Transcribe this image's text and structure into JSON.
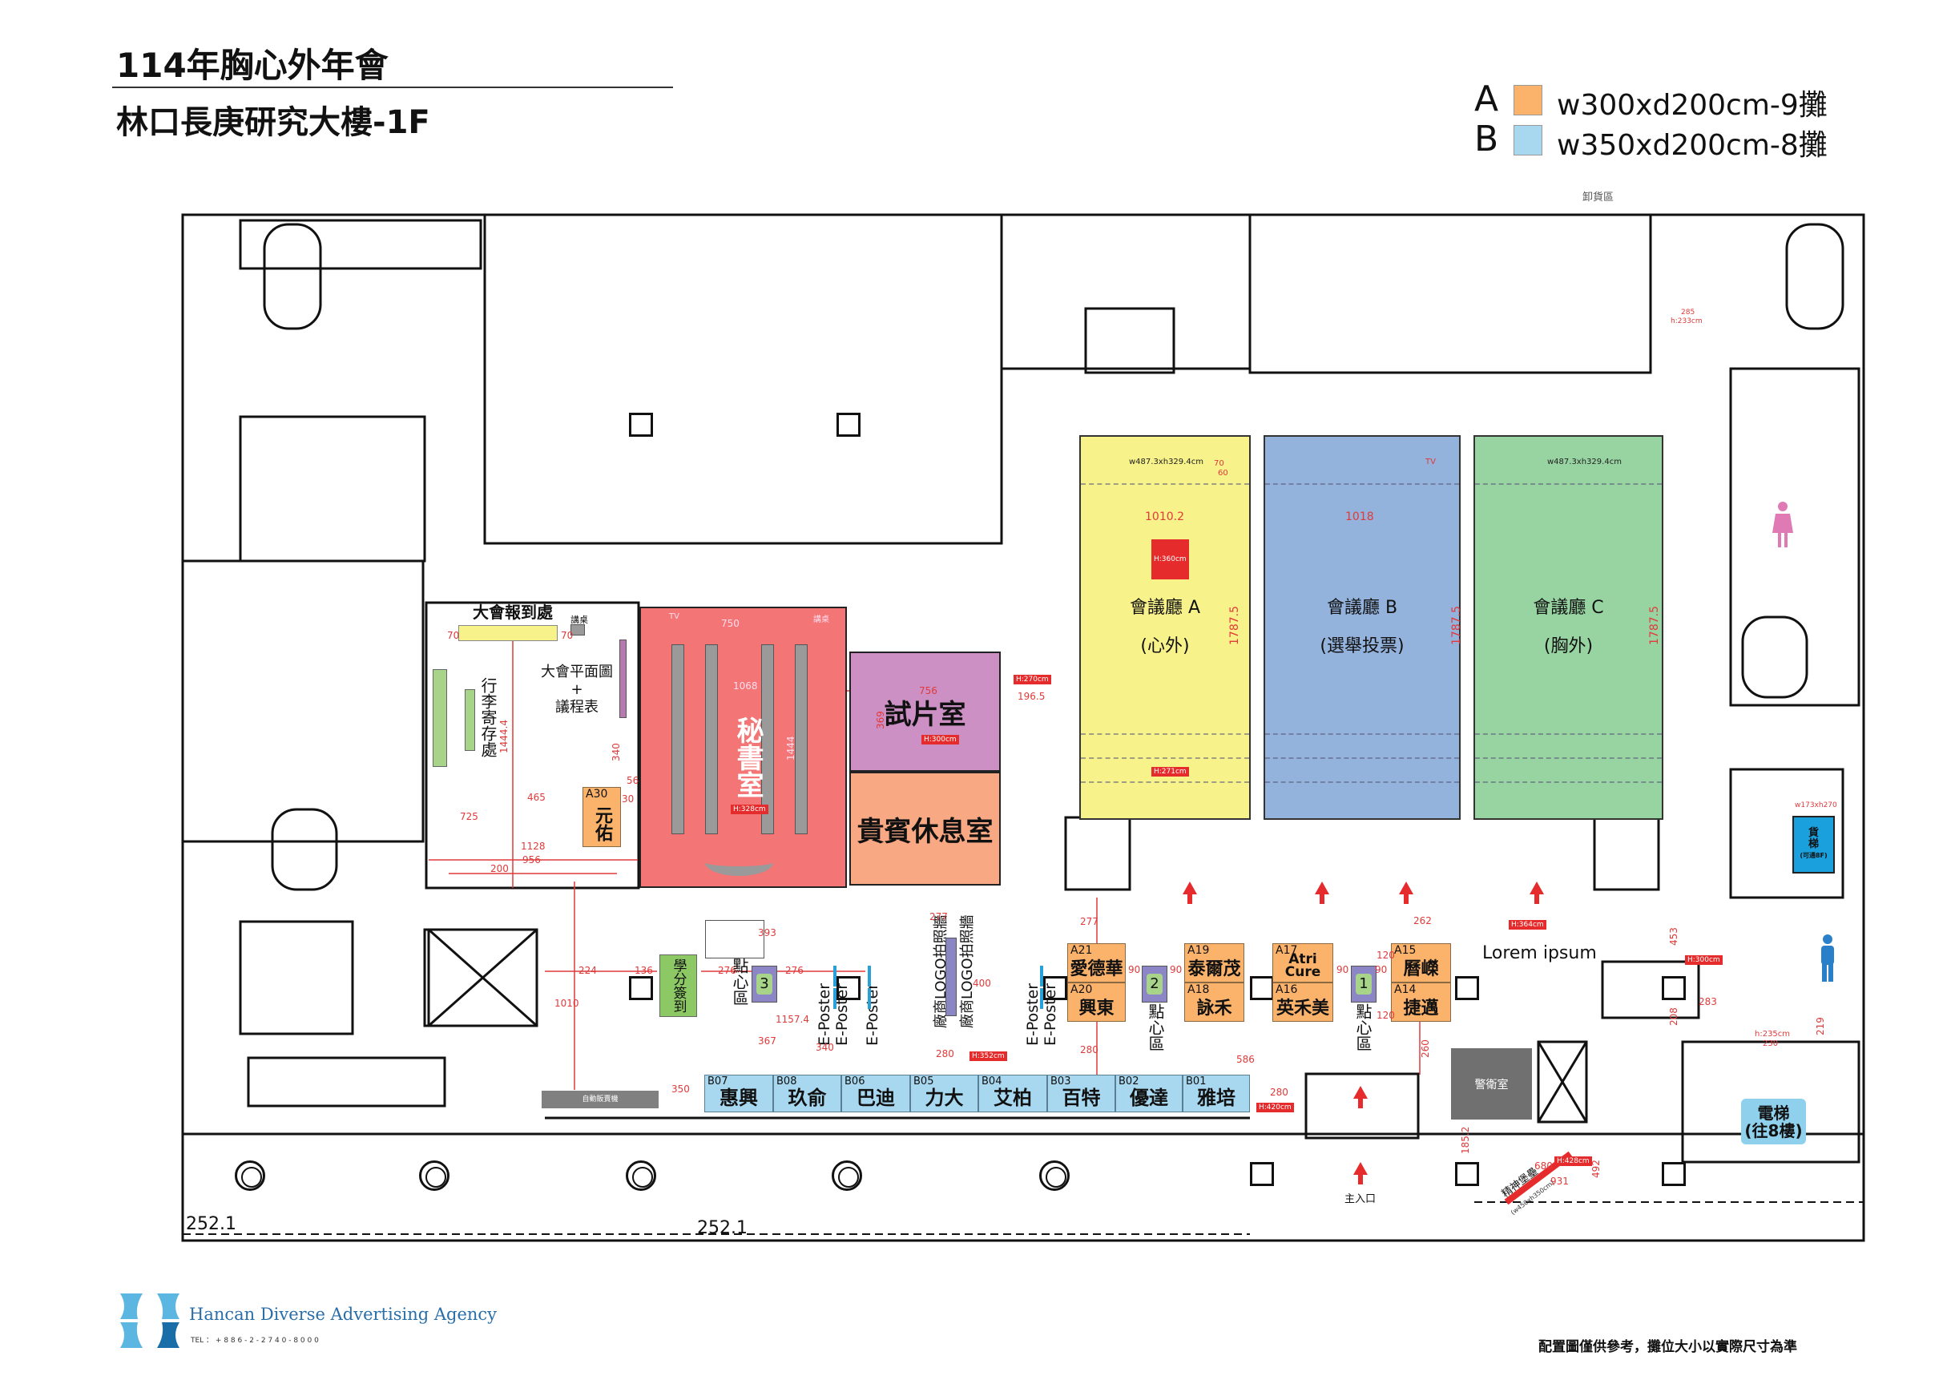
{
  "header": {
    "title": "114年胸心外年會",
    "subtitle": "林口長庚研究大樓-1F"
  },
  "legend": [
    {
      "letter": "A",
      "text": "w300xd200cm-9攤",
      "color": "#fbb36c"
    },
    {
      "letter": "B",
      "text": "w350xd200cm-8攤",
      "color": "#a8d8f0"
    }
  ],
  "halls": [
    {
      "name": "會議廳 A",
      "sub": "(心外)",
      "color": "#f8f28a",
      "width_dim": "1010.2",
      "depth_dim": "1787.5",
      "screen": "w487.3xh329.4cm",
      "height": "H:360cm"
    },
    {
      "name": "會議廳 B",
      "sub": "(選舉投票)",
      "color": "#93b2dc",
      "width_dim": "1018",
      "depth_dim": "1787.5",
      "screen": "TV"
    },
    {
      "name": "會議廳 C",
      "sub": "(胸外)",
      "color": "#98d4a2",
      "depth_dim": "1787.5",
      "screen": "w487.3xh329.4cm"
    }
  ],
  "rooms": {
    "secretariat": {
      "name": "秘書室",
      "height": "H:328cm",
      "w": "750",
      "w2": "1068",
      "d": "1444",
      "tv": "TV",
      "podium": "講桌",
      "color": "#f47575"
    },
    "screening": {
      "name": "試片室",
      "height": "H:300cm",
      "w": "756",
      "d": "369",
      "color": "#cc90c4"
    },
    "vip": {
      "name": "貴賓休息室",
      "color": "#f8a883"
    },
    "registration": {
      "name": "大會報到處",
      "podium": "講桌"
    },
    "floorplan_board": {
      "line1": "大會平面圖",
      "plus": "+",
      "line2": "議程表"
    },
    "luggage": "行李寄存處",
    "credit_signin": "學分簽到",
    "guard": "警衛室",
    "elevator": {
      "line1": "電梯",
      "line2": "(往8樓)"
    },
    "freight": {
      "line1": "貨",
      "line2": "梯",
      "line3": "(可通8F)",
      "size": "w173xh270"
    },
    "landmark": {
      "name": "精神堡壘",
      "size": "(w450xh350cm)"
    },
    "vending": "自動販賣機",
    "unloading": "卸貨區",
    "main_entrance": "主入口",
    "lorem": "Lorem ipsum"
  },
  "a_booths": [
    {
      "code": "A30",
      "name": "元佑"
    },
    {
      "code": "A21",
      "name": "愛德華"
    },
    {
      "code": "A20",
      "name": "興東"
    },
    {
      "code": "A19",
      "name": "泰爾茂"
    },
    {
      "code": "A18",
      "name": "詠禾"
    },
    {
      "code": "A17",
      "name": "Atri Cure"
    },
    {
      "code": "A16",
      "name": "英禾美"
    },
    {
      "code": "A15",
      "name": "曆嶸"
    },
    {
      "code": "A14",
      "name": "捷邁"
    }
  ],
  "b_booths": [
    {
      "code": "B07",
      "name": "惠興"
    },
    {
      "code": "B08",
      "name": "玖俞"
    },
    {
      "code": "B06",
      "name": "巴迪"
    },
    {
      "code": "B05",
      "name": "力大"
    },
    {
      "code": "B04",
      "name": "艾柏"
    },
    {
      "code": "B03",
      "name": "百特"
    },
    {
      "code": "B02",
      "name": "優達"
    },
    {
      "code": "B01",
      "name": "雅培"
    }
  ],
  "snack_areas": [
    {
      "num": "3",
      "label": "點心區"
    },
    {
      "num": "2",
      "label": "點心區"
    },
    {
      "num": "1",
      "label": "點心區"
    }
  ],
  "eposter": "E-Poster",
  "photo_wall": "廠商LOGO拍照牆",
  "dims": [
    "70",
    "70",
    "1444.4",
    "340",
    "56",
    "30",
    "465",
    "725",
    "1128",
    "956",
    "200",
    "224",
    "136",
    "276",
    "276",
    "393",
    "367",
    "1157.4",
    "340",
    "1010",
    "277",
    "400",
    "280",
    "H:352cm",
    "277",
    "280",
    "90",
    "90",
    "90",
    "90",
    "120",
    "120",
    "262",
    "260",
    "586",
    "280",
    "H:420cm",
    "196.5",
    "H:270cm",
    "H:271cm",
    "H:364cm",
    "H:300cm",
    "453",
    "283",
    "208",
    "219",
    "h:235cm",
    "230",
    "185.2",
    "680",
    "H:428cm",
    "492",
    "931",
    "252.1",
    "252.1",
    "350",
    "285",
    "h:233cm",
    "70",
    "60"
  ],
  "footer": {
    "company": "Hancan Diverse Advertising Agency",
    "tel": "TEL ： + 8 8 6 - 2 - 2 7 4 0 - 8 0 0 0",
    "note": "配置圖僅供參考，攤位大小以實際尺寸為準"
  }
}
